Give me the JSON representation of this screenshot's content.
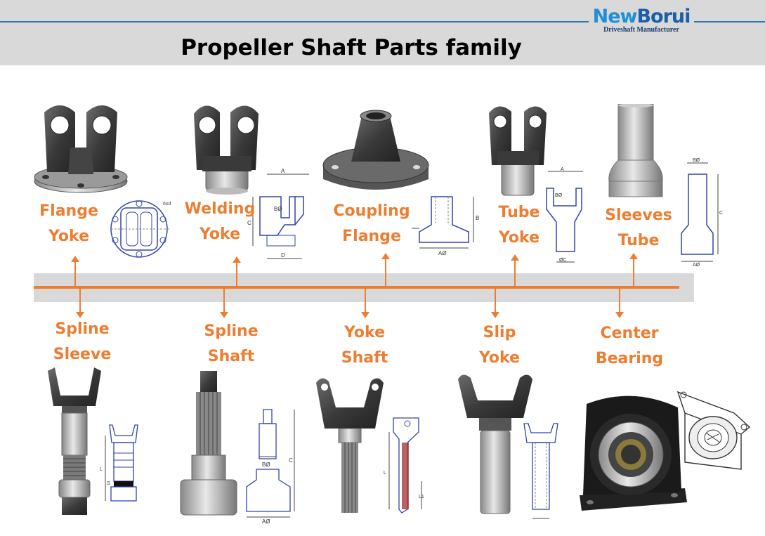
{
  "brand": {
    "name_part1": "New",
    "name_part2": "Borui",
    "tagline": "Driveshaft Manufacturer"
  },
  "title": "Propeller Shaft Parts family",
  "colors": {
    "accent": "#ed7d31",
    "band": "#d9d9d9",
    "brand_blue": "#1f8fd6",
    "header_line": "#2e75b6"
  },
  "top_parts": [
    {
      "line1": "Flange",
      "line2": "Yoke"
    },
    {
      "line1": "Welding",
      "line2": "Yoke"
    },
    {
      "line1": "Coupling",
      "line2": "Flange"
    },
    {
      "line1": "Tube",
      "line2": "Yoke"
    },
    {
      "line1": "Sleeves",
      "line2": "Tube"
    }
  ],
  "bottom_parts": [
    {
      "line1": "Spline",
      "line2": "Sleeve"
    },
    {
      "line1": "Spline",
      "line2": "Shaft"
    },
    {
      "line1": "Yoke",
      "line2": "Shaft"
    },
    {
      "line1": "Slip",
      "line2": "Yoke"
    },
    {
      "line1": "Center",
      "line2": "Bearing"
    }
  ],
  "drawing_labels": {
    "flange_yoke": {
      "holes": "6xd"
    },
    "welding_yoke": {
      "a": "A",
      "b": "BØ",
      "c": "C",
      "d": "D"
    },
    "coupling_flange": {
      "b": "B",
      "a": "AØ"
    },
    "tube_yoke": {
      "a": "A",
      "b": "BØ",
      "c": "ØC"
    },
    "sleeves_tube": {
      "b": "BØ",
      "c": "C",
      "a": "AØ"
    },
    "spline_shaft": {
      "b": "BØ",
      "c": "C",
      "a": "AØ"
    },
    "spline_sleeve": {
      "l": "L",
      "s": "S"
    },
    "yoke_shaft": {
      "l": "L",
      "l1": "L1"
    }
  }
}
